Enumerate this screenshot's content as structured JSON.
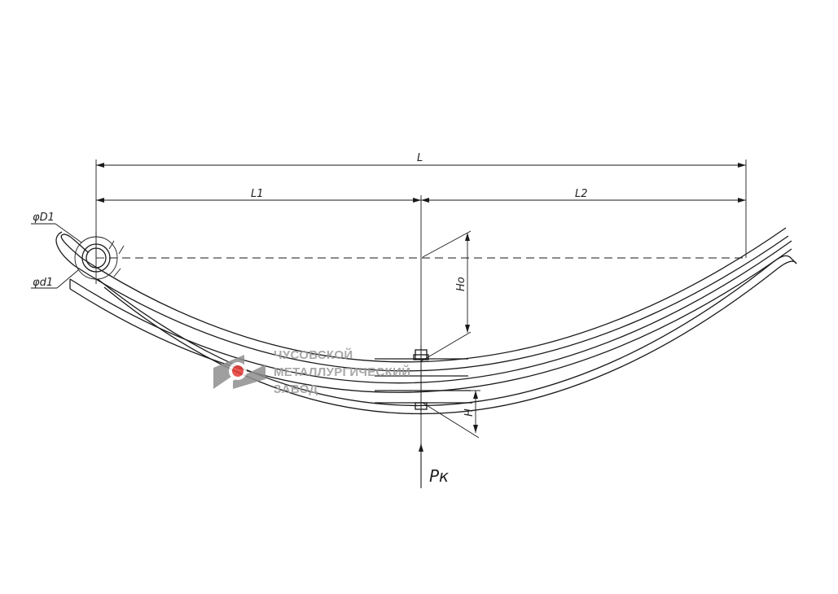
{
  "dimensions": {
    "overall_length": "L",
    "front_length": "L1",
    "rear_length": "L2",
    "eye_outer_diameter": "φD1",
    "eye_inner_diameter": "φd1",
    "free_height": "Ho",
    "pack_height": "H"
  },
  "load": {
    "label": "Pк"
  },
  "watermark": {
    "line1": "ЧУСОВСКОЙ",
    "line2": "МЕТАЛЛУРГИЧЕСКИЙ",
    "line3": "ЗАВОД",
    "logo_color": "#8f8f8f",
    "dot_color": "#e53935"
  }
}
